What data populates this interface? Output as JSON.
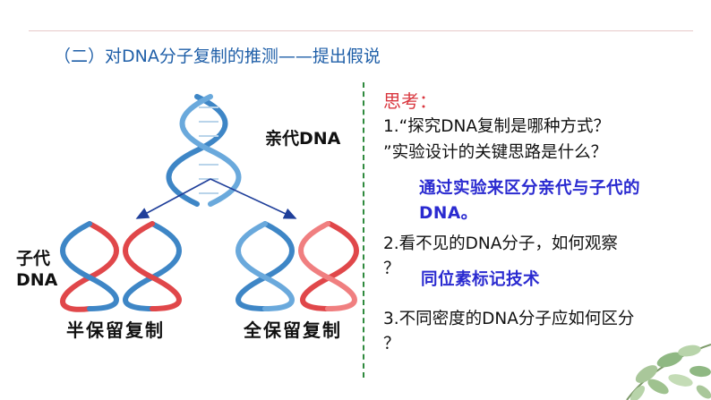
{
  "title": "（二）对DNA分子复制的推测——提出假说",
  "left": {
    "parent_label": "亲代DNA",
    "child_label_line1": "子代",
    "child_label_line2": "DNA",
    "semi_label": "半保留复制",
    "full_label": "全保留复制"
  },
  "right": {
    "think": "思考：",
    "q1_line1": "1.“探究DNA复制是哪种方式？",
    "q1_line2": "”实验设计的关键思路是什么？",
    "a1_line1": "通过实验来区分亲代与子代的",
    "a1_line2": "DNA。",
    "q2_line1": "2.看不见的DNA分子，如何观察",
    "q2_line2": "？",
    "a2": "同位素标记技术",
    "q3_line1": "3.不同密度的DNA分子应如何区分",
    "q3_line2": "？"
  },
  "colors": {
    "title_blue": "#1f5fa8",
    "answer_blue": "#2a2ad0",
    "think_red": "#d9363e",
    "strand_blue": "#3e86c6",
    "strand_red": "#e0474a",
    "divider_green": "#2f8a3e"
  },
  "icons": [
    "dna-helix-icon",
    "arrow-icon",
    "leaf-decoration-icon"
  ]
}
